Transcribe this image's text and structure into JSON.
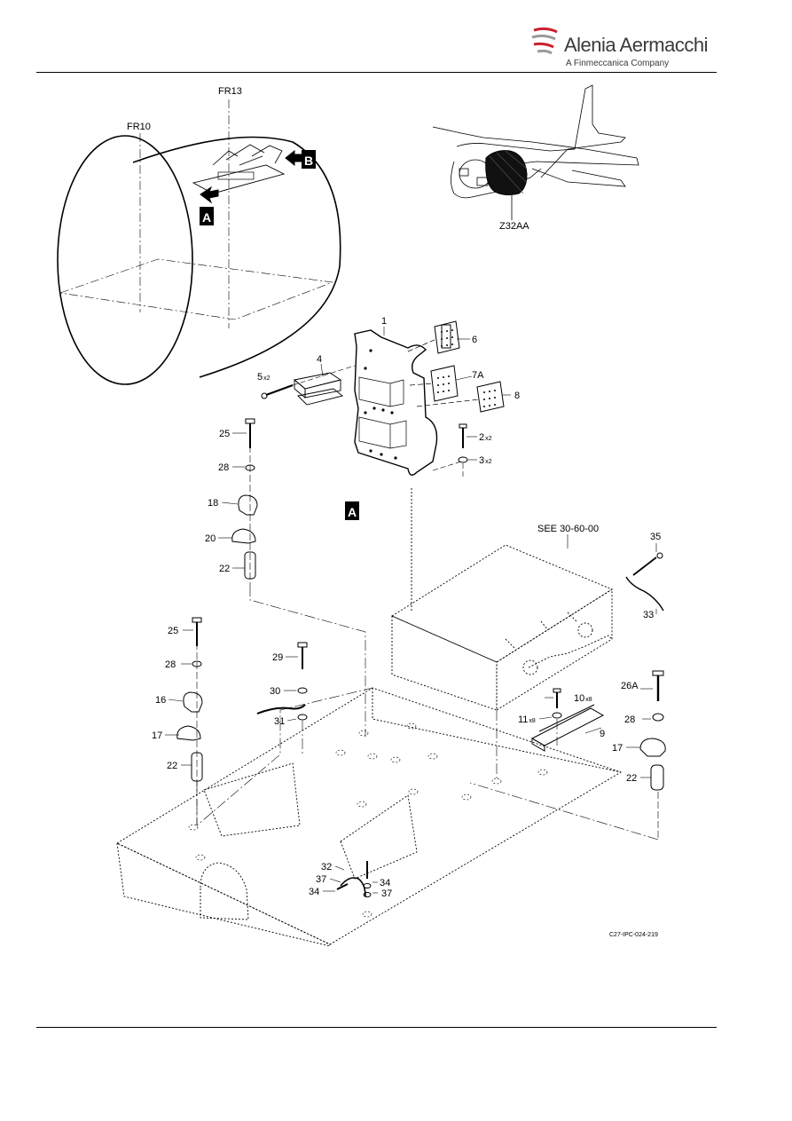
{
  "header": {
    "brand": "Alenia Aermacchi",
    "tagline": "A Finmeccanica Company",
    "accent_color": "#cc1f2d"
  },
  "figure": {
    "frames": {
      "fr10": "FR10",
      "fr13": "FR13"
    },
    "view_markers": {
      "a": "A",
      "b": "B"
    },
    "zone": "Z32AA",
    "see_ref": "SEE 30-60-00",
    "figure_code": "C27-IPC-024-219",
    "callouts": {
      "c1": "1",
      "c2": "2",
      "c2q": "x2",
      "c3": "3",
      "c3q": "x2",
      "c4": "4",
      "c5": "5",
      "c5q": "x2",
      "c6": "6",
      "c7a": "7A",
      "c8": "8",
      "c9": "9",
      "c10": "10",
      "c10q": "x8",
      "c11": "11",
      "c11q": "x8",
      "c16": "16",
      "c17a": "17",
      "c17b": "17",
      "c18": "18",
      "c20": "20",
      "c22a": "22",
      "c22b": "22",
      "c22c": "22",
      "c25a": "25",
      "c25b": "25",
      "c26a": "26A",
      "c28a": "28",
      "c28b": "28",
      "c28c": "28",
      "c29": "29",
      "c30": "30",
      "c31": "31",
      "c32": "32",
      "c33": "33",
      "c34a": "34",
      "c34b": "34",
      "c35": "35",
      "c37a": "37",
      "c37b": "37"
    }
  }
}
